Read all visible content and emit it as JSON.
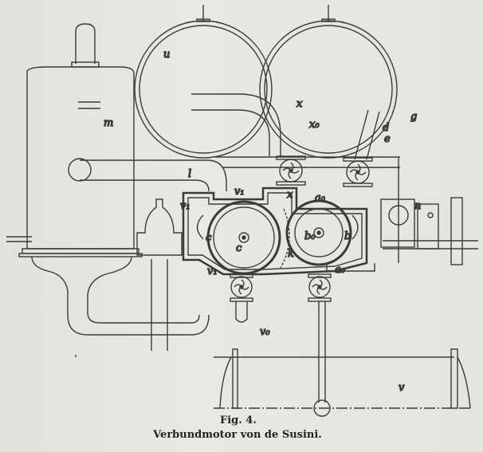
{
  "figure": {
    "number_label": "Fig. 4.",
    "caption": "Verbundmotor von de Susini.",
    "part_labels": {
      "u": "u",
      "g": "g",
      "m": "m",
      "l": "l",
      "x": "x",
      "x0": "x₀",
      "x_lower": "x",
      "d": "d",
      "e": "e",
      "v1_top": "v₁",
      "v1_left": "v₁",
      "v1_bottom": "v₁",
      "a0_top": "a₀",
      "a0_bottom": "a₀",
      "c_small": "c",
      "c": "c",
      "k": "k",
      "b0": "b₀",
      "b": "b",
      "n": "n",
      "v0": "v₀",
      "v": "v"
    }
  }
}
